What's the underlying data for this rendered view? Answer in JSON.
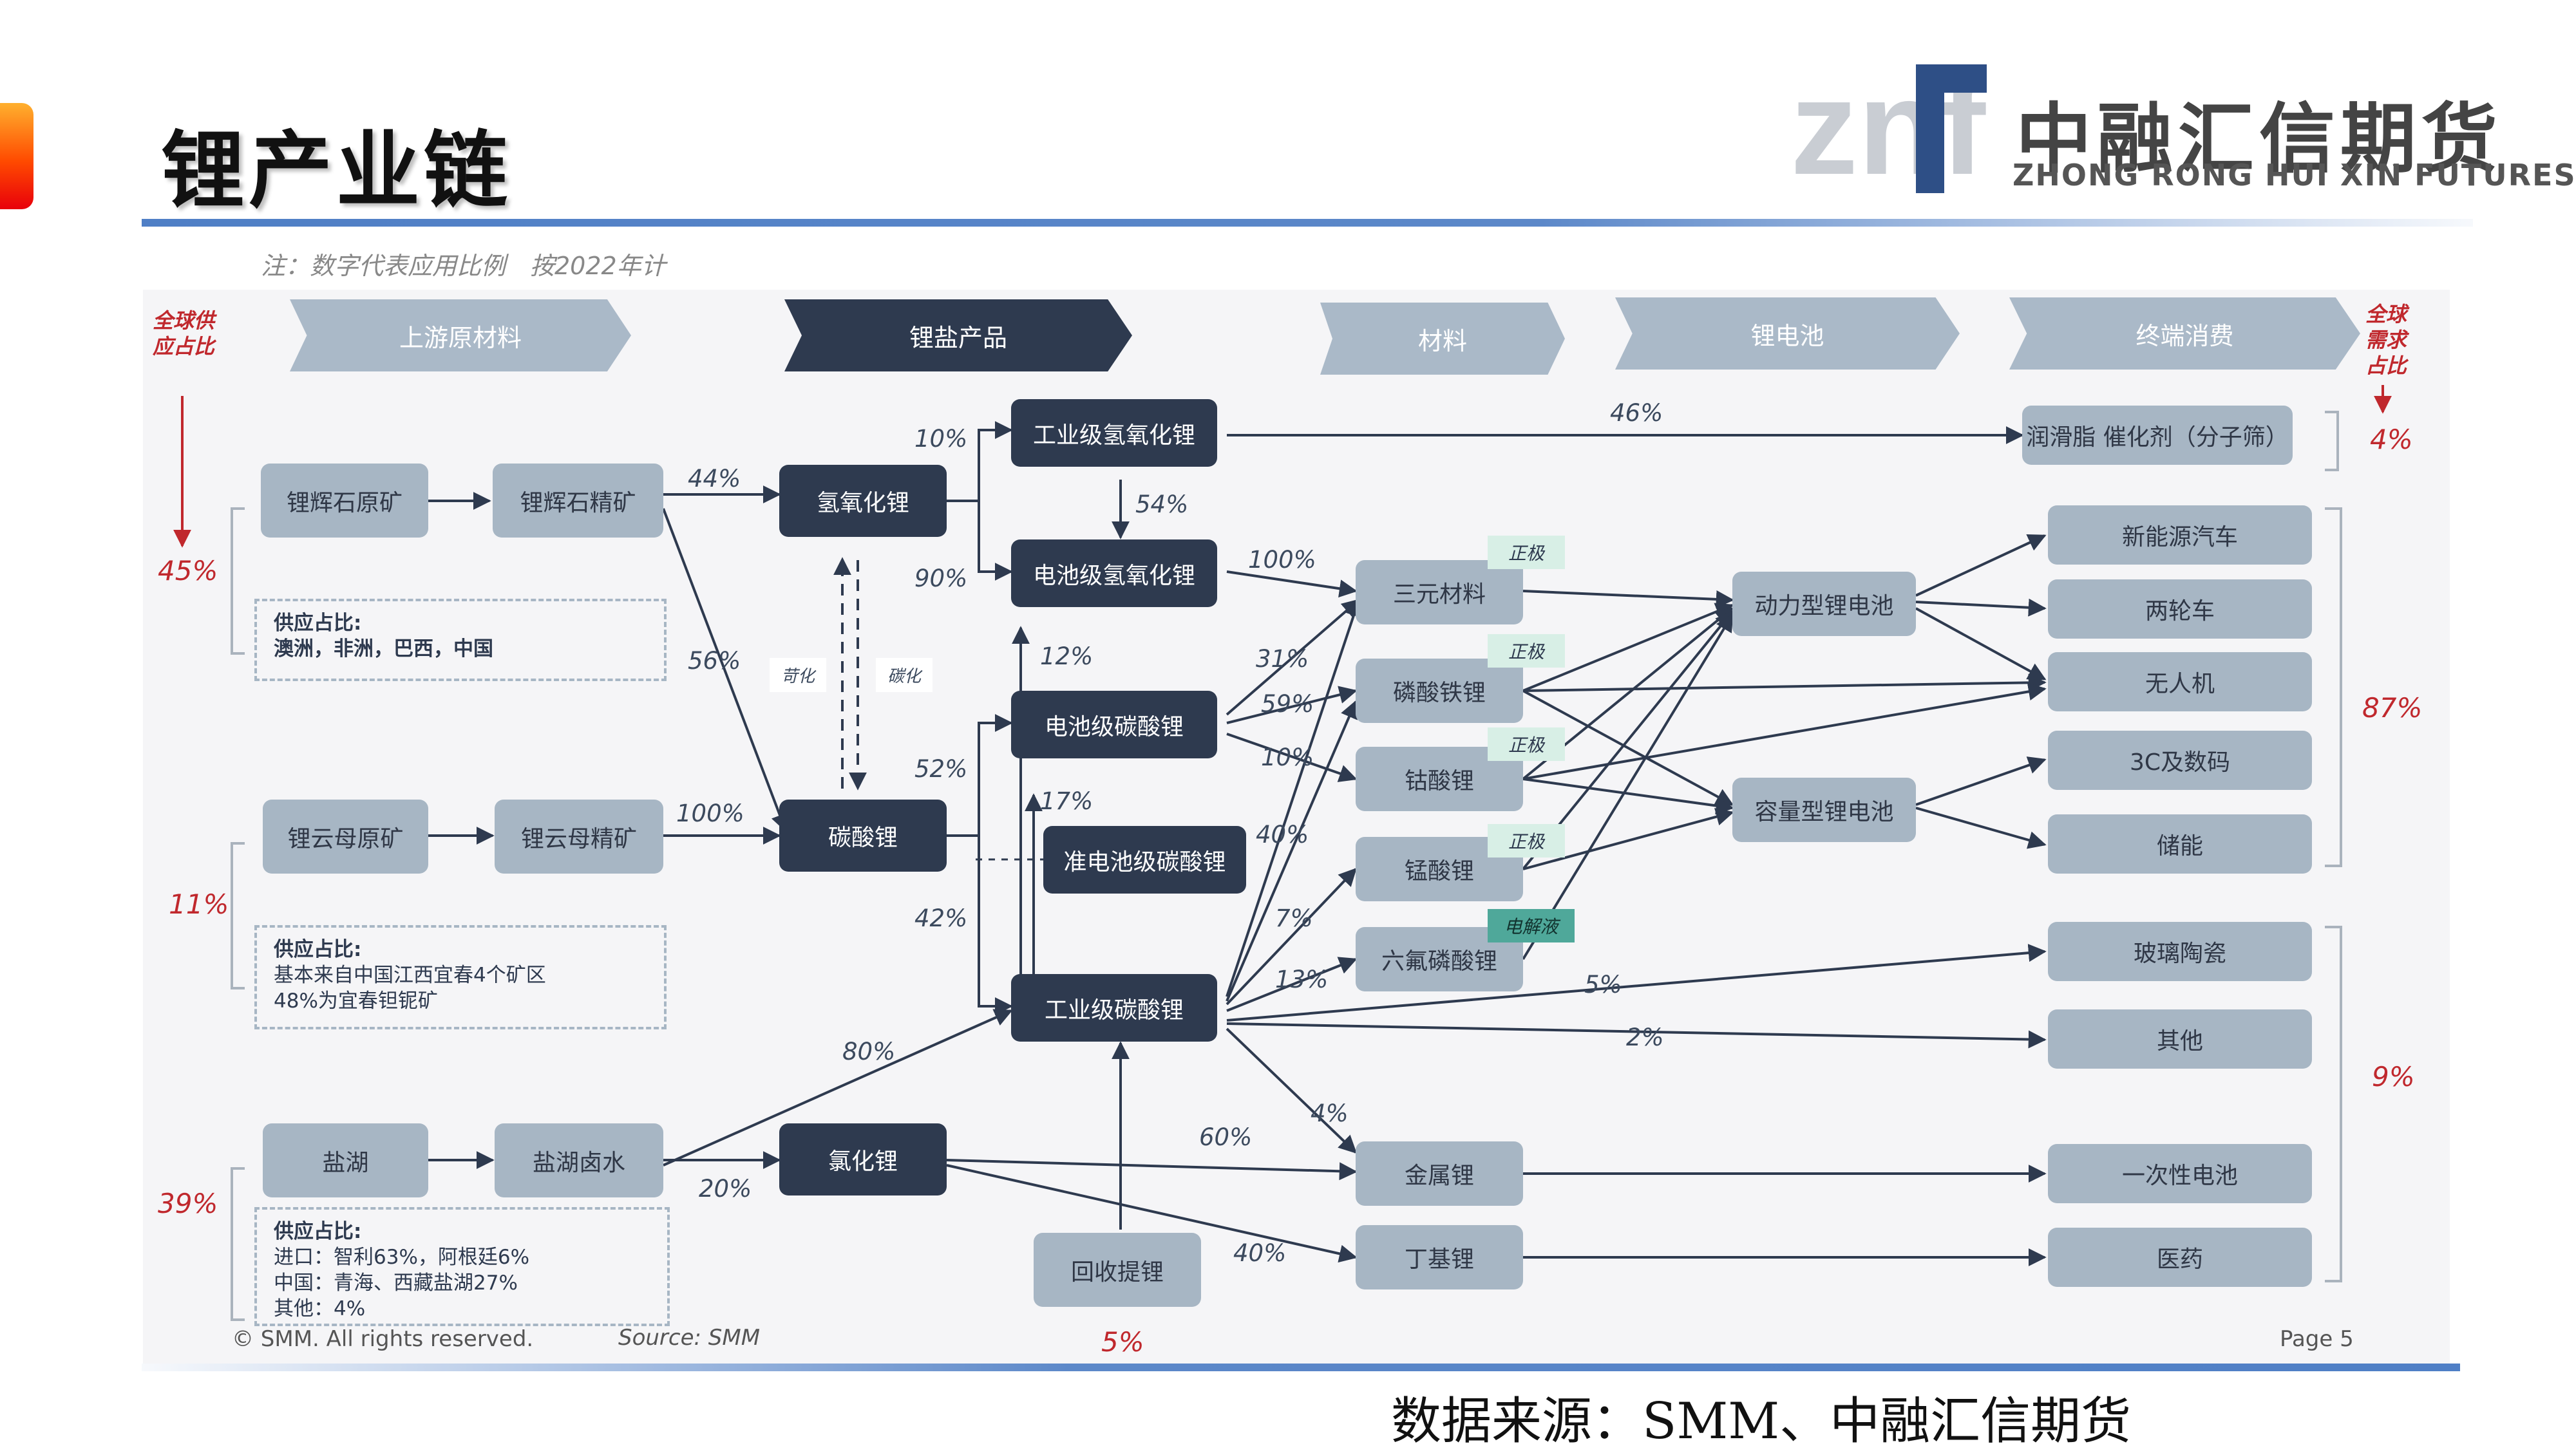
{
  "page": {
    "title": "锂产业链",
    "logo": {
      "brand": "中融汇信期货",
      "subtitle": "ZHONG RONG HUI XIN FUTURES",
      "mark": "znf"
    },
    "source_line": "数据来源：SMM、中融汇信期货"
  },
  "slide": {
    "note": "注：数字代表应用比例　按2022年计",
    "copyright": "© SMM. All rights reserved.",
    "source": "Source: SMM",
    "page_label": "Page 5",
    "left_label": "全球供应占比",
    "right_label": "全球需求占比"
  },
  "stages": [
    "上游原材料",
    "锂盐产品",
    "材料",
    "锂电池",
    "终端消费"
  ],
  "nodes": {
    "spodumene_ore": "锂辉石原矿",
    "spodumene_conc": "锂辉石精矿",
    "lioh": "氢氧化锂",
    "ind_lioh": "工业级氢氧化锂",
    "bat_lioh": "电池级氢氧化锂",
    "lepidolite_ore": "锂云母原矿",
    "lepidolite_conc": "锂云母精矿",
    "li2co3": "碳酸锂",
    "bat_li2co3": "电池级碳酸锂",
    "quasi_li2co3": "准电池级碳酸锂",
    "ind_li2co3": "工业级碳酸锂",
    "salt_lake": "盐湖",
    "brine": "盐湖卤水",
    "licl": "氯化锂",
    "recycle": "回收提锂",
    "ncm": "三元材料",
    "lfp": "磷酸铁锂",
    "lco": "钴酸锂",
    "lmo": "锰酸锂",
    "lipf6": "六氟磷酸锂",
    "li_metal": "金属锂",
    "buli": "丁基锂",
    "power_battery": "动力型锂电池",
    "capacity_battery": "容量型锂电池",
    "grease": "润滑脂  催化剂（分子筛）",
    "nev": "新能源汽车",
    "two_wheel": "两轮车",
    "drone": "无人机",
    "3c": "3C及数码",
    "storage": "储能",
    "glass": "玻璃陶瓷",
    "other": "其他",
    "primary_battery": "一次性电池",
    "medicine": "医药"
  },
  "tags": {
    "cathode": "正极",
    "electrolyte": "电解液",
    "causticize": "苛化",
    "carbonize": "碳化"
  },
  "supply_notes": {
    "spodumene": {
      "title": "供应占比:",
      "lines": [
        "澳洲，非洲，巴西，中国"
      ]
    },
    "lepidolite": {
      "title": "供应占比:",
      "lines": [
        "基本来自中国江西宜春4个矿区",
        "48%为宜春钽铌矿"
      ]
    },
    "salt_lake": {
      "title": "供应占比:",
      "lines": [
        "进口：智利63%，阿根廷6%",
        "中国：青海、西藏盐湖27%",
        "其他：4%"
      ]
    }
  },
  "flow_percentages": {
    "conc_to_lioh": "44%",
    "conc_to_li2co3": "56%",
    "lepidolite_to_li2co3": "100%",
    "lioh_to_ind": "10%",
    "lioh_to_bat": "90%",
    "ind_to_bat_lioh": "54%",
    "ind_lioh_to_grease": "46%",
    "bat_lioh_to_ncm": "100%",
    "li2co3_to_bat": "52%",
    "li2co3_to_ind": "42%",
    "ind_to_bat_li2co3": "12%",
    "ind_to_quasi": "17%",
    "bat_to_ncm": "31%",
    "bat_to_lfp": "59%",
    "bat_to_lco": "10%",
    "ind_to_lmo": "40%",
    "ind_to_lipf6": "7%",
    "ind_to_lfp": "13%",
    "ind_to_glass": "5%",
    "ind_to_other": "2%",
    "ind_to_li_metal": "4%",
    "brine_to_ind": "80%",
    "brine_to_licl": "20%",
    "licl_to_li_metal": "60%",
    "licl_to_buli": "40%"
  },
  "supply_shares": {
    "spodumene": "45%",
    "lepidolite": "11%",
    "salt_lake": "39%",
    "recycle": "5%"
  },
  "demand_shares": {
    "grease": "4%",
    "battery_apps": "87%",
    "other_apps": "9%"
  },
  "colors": {
    "dark_node": "#2e3a4f",
    "light_node": "#a7b6c4",
    "accent_red": "#c0282d",
    "rule_blue": "#5c88c9",
    "tag_green": "#d8efe6",
    "tag_teal": "#4fa89a"
  }
}
